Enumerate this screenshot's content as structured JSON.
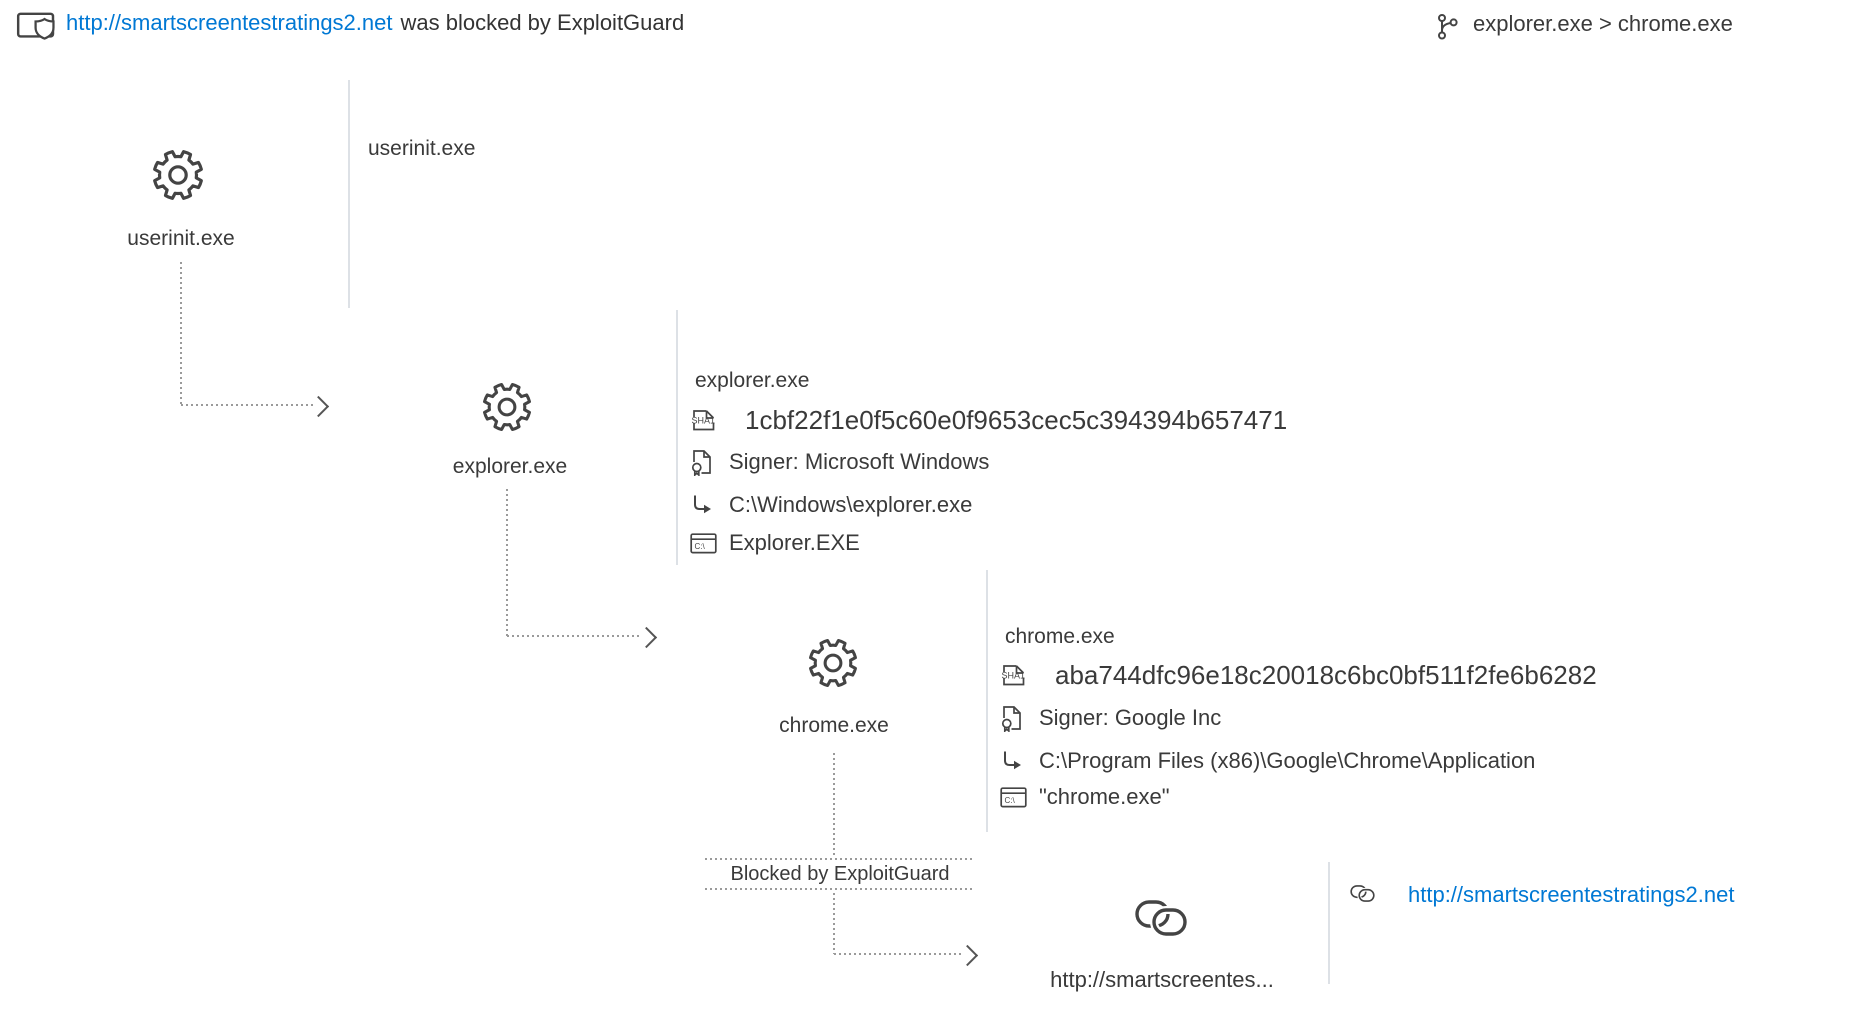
{
  "header": {
    "blocked_url": "http://smartscreentestratings2.net",
    "blocked_suffix": "was blocked by ExploitGuard",
    "process_chain": "explorer.exe > chrome.exe"
  },
  "edge_label": "Blocked by ExploitGuard",
  "nodes": {
    "userinit": {
      "label": "userinit.exe"
    },
    "explorer": {
      "label": "explorer.exe"
    },
    "chrome": {
      "label": "chrome.exe"
    },
    "url": {
      "label": "http://smartscreentes..."
    }
  },
  "panels": {
    "userinit": {
      "title": "userinit.exe"
    },
    "explorer": {
      "title": "explorer.exe",
      "sha1": "1cbf22f1e0f5c60e0f9653cec5c394394b657471",
      "signer": "Signer: Microsoft Windows",
      "path": "C:\\Windows\\explorer.exe",
      "command": "Explorer.EXE"
    },
    "chrome": {
      "title": "chrome.exe",
      "sha1": "aba744dfc96e18c20018c6bc0bf511f2fe6b6282",
      "signer": "Signer: Google Inc",
      "path": "C:\\Program Files (x86)\\Google\\Chrome\\Application",
      "command": "\"chrome.exe\""
    },
    "url": {
      "link": "http://smartscreentestratings2.net"
    }
  },
  "icons": {
    "sha1_badge": "SHA1",
    "console_label": "C:\\"
  },
  "colors": {
    "link_blue": "#0078d4",
    "text": "#3a3a3a",
    "divider": "#dde1e6",
    "connector": "#9a9a9a"
  }
}
